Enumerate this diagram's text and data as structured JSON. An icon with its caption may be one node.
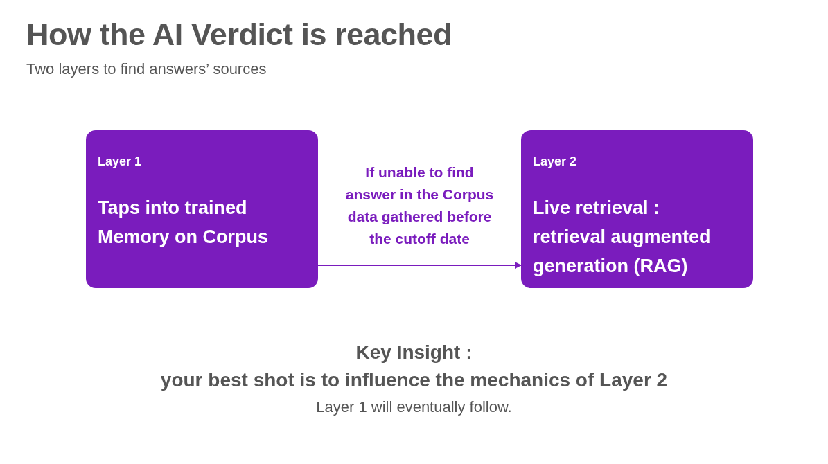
{
  "diagram": {
    "title": "How the AI Verdict is reached",
    "nodes": [
      {
        "text": [
          "Layer 1",
          "Taps into trained Memory on Corpus"
        ]
      },
      {
        "text": [
          "Layer 2",
          "Live retrieval : retrieval augmented generation (RAG)"
        ]
      }
    ],
    "edges": [
      {
        "from": 0,
        "to": 1,
        "arrow": "to",
        "label": "If unable to find answer in the Corpus data gathered before the cutoff date"
      }
    ],
    "labels": [
      "Two layers to find answers’ sources",
      "Key Insight :",
      "your best shot is to influence the mechanics of Layer 2",
      "Layer 1 will eventually follow."
    ]
  }
}
